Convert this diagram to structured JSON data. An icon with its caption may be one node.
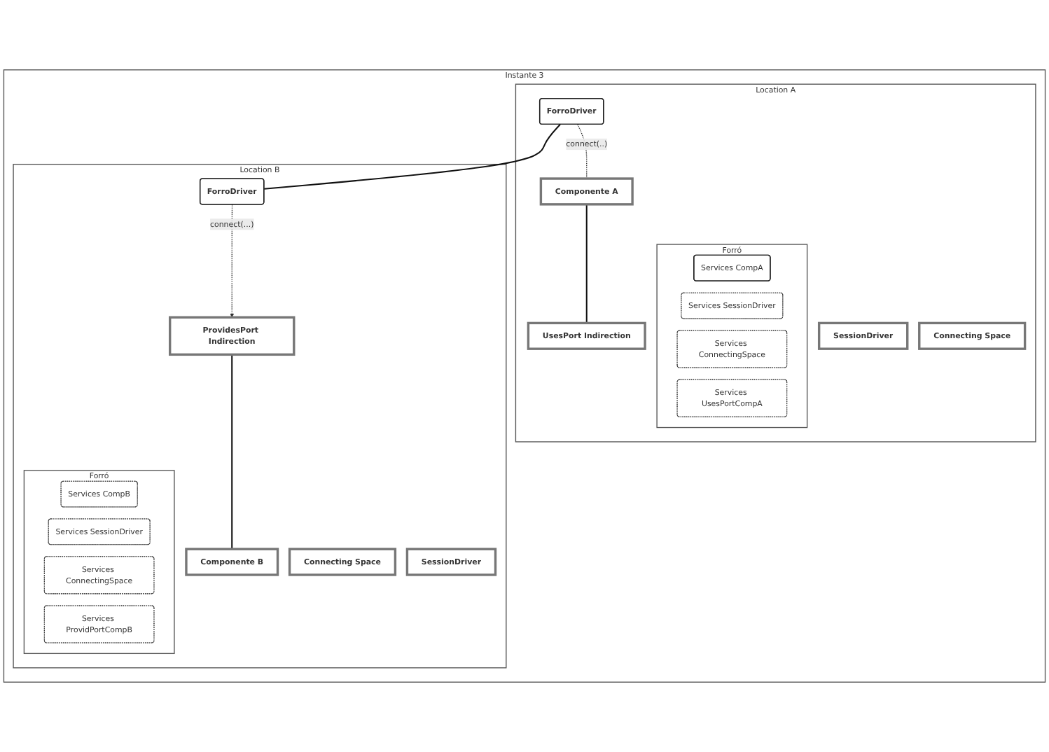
{
  "diagram": {
    "nodes": [
      {
        "text": [
          "Instante 3"
        ]
      },
      {
        "text": [
          "Location A"
        ],
        "in": 0
      },
      {
        "text": [
          "Forró"
        ],
        "in": 1
      },
      {
        "text": [
          "Services CompA"
        ],
        "in": 2
      },
      {
        "text": [
          "Services SessionDriver"
        ],
        "in": 2
      },
      {
        "text": [
          "Services ConnectingSpace"
        ],
        "in": 2
      },
      {
        "text": [
          "Services UsesPortCompA"
        ],
        "in": 2
      },
      {
        "text": [
          "ForroDriver"
        ],
        "in": 1
      },
      {
        "text": [
          "SessionDriver"
        ],
        "in": 1
      },
      {
        "text": [
          "Connecting Space"
        ],
        "in": 1
      },
      {
        "text": [
          "Componente A"
        ],
        "in": 1
      },
      {
        "text": [
          "UsesPort Indirection"
        ],
        "in": 1
      },
      {
        "text": [
          "Location B"
        ],
        "in": 0
      },
      {
        "text": [
          "ForroDriver"
        ],
        "in": 12
      },
      {
        "text": [
          "Forró"
        ],
        "in": 12
      },
      {
        "text": [
          "Services CompB"
        ],
        "in": 14
      },
      {
        "text": [
          "Services SessionDriver"
        ],
        "in": 14
      },
      {
        "text": [
          "Services ConnectingSpace"
        ],
        "in": 14
      },
      {
        "text": [
          "Services ProvidPortCompB"
        ],
        "in": 14
      },
      {
        "text": [
          "Connecting Space"
        ],
        "in": 12
      },
      {
        "text": [
          "SessionDriver"
        ],
        "in": 12
      },
      {
        "text": [
          "ProvidesPort Indirection"
        ],
        "in": 12
      },
      {
        "text": [
          "Componente B"
        ],
        "in": 12
      }
    ],
    "edges": [
      {
        "from": 7,
        "to": 13,
        "arrow": "none"
      },
      {
        "from": 7,
        "to": 10,
        "arrow": "none",
        "style": "dashed",
        "label": "connect(..)"
      },
      {
        "from": 13,
        "to": 21,
        "arrow": "to",
        "style": "dashed",
        "label": "connect(...)"
      },
      {
        "from": 10,
        "to": 11,
        "arrow": "none"
      },
      {
        "from": 21,
        "to": 22,
        "arrow": "none"
      }
    ]
  }
}
